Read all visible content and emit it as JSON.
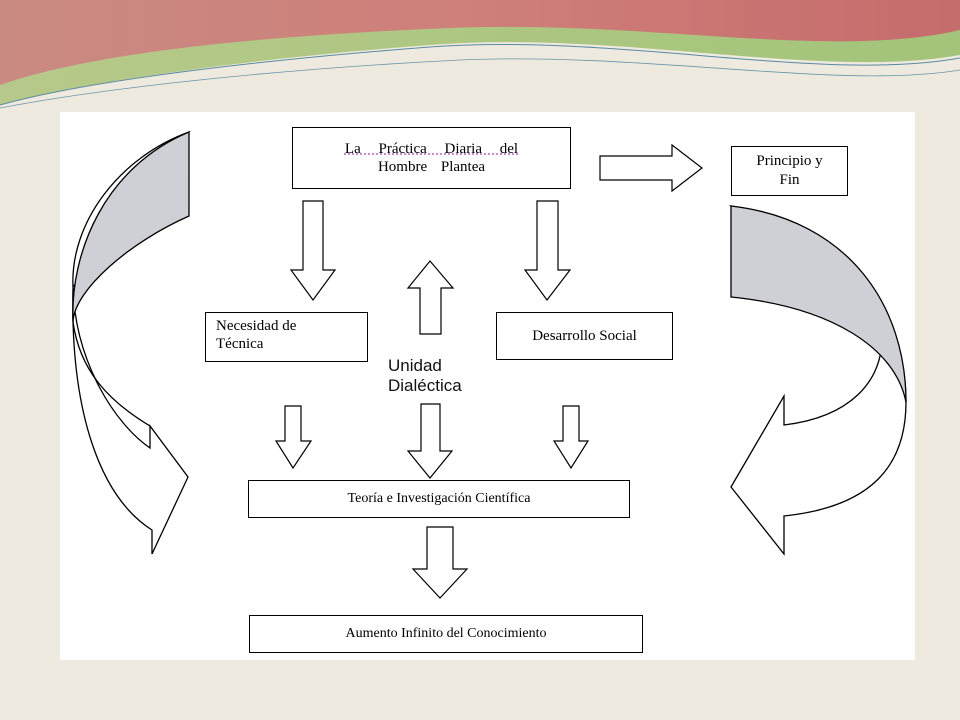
{
  "diagram": {
    "top_box": {
      "line1": "La  Práctica  Diaria  del",
      "line2": "Hombre  Plantea"
    },
    "principio_box": {
      "line1": "Principio y",
      "line2": "Fin"
    },
    "necesidad_box": {
      "line1": "Necesidad de",
      "line2": "Técnica"
    },
    "desarrollo_box": {
      "label": "Desarrollo Social"
    },
    "unidad_label": {
      "line1": "Unidad",
      "line2": "Dialéctica"
    },
    "teoria_box": {
      "label": "Teoría e Investigación Científica"
    },
    "aumento_box": {
      "label": "Aumento Infinito del Conocimiento"
    }
  },
  "colors": {
    "background": "#eeeae0",
    "canvas": "#ffffff",
    "banner_red": "#cc7d79",
    "banner_green": "#a8c47a",
    "curved_arrow_fill": "#cfd0d6",
    "arrow_outline": "#000000"
  }
}
